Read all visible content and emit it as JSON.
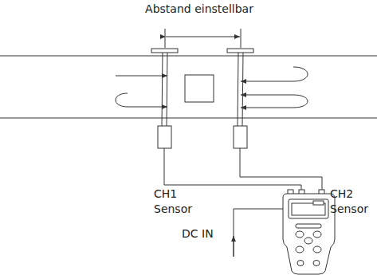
{
  "diagram": {
    "labels": [
      "Abstand einstellbar",
      "CH1 Sensor",
      "CH2 Sensor",
      "DC IN"
    ]
  }
}
